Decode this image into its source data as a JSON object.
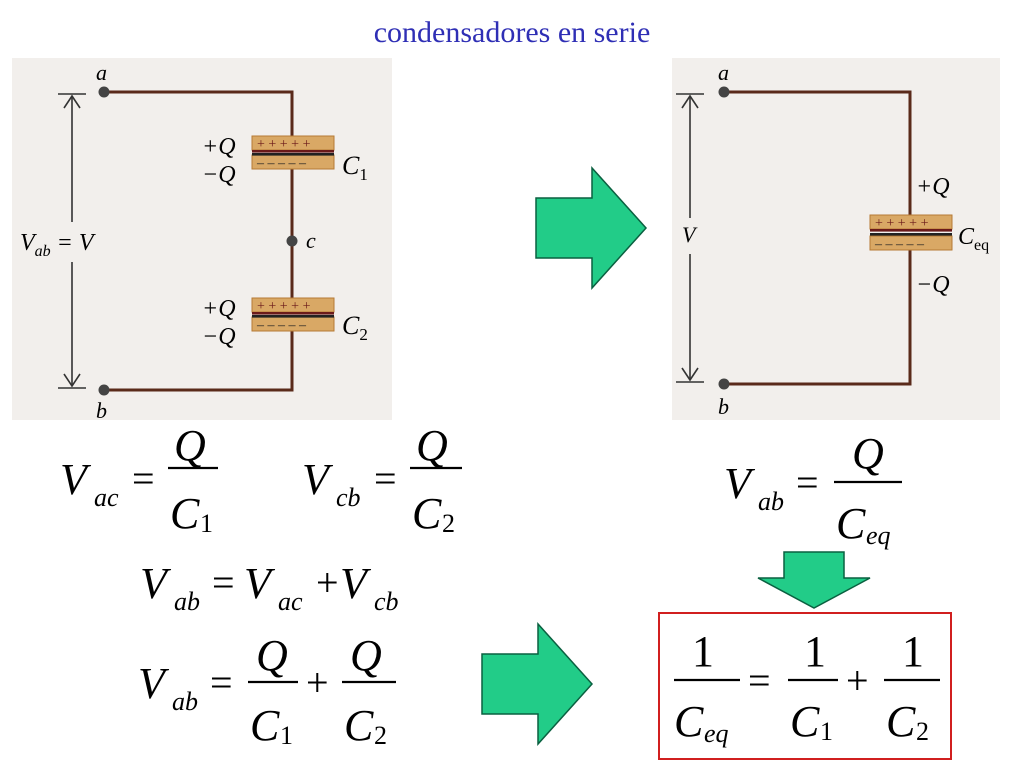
{
  "title": "condensadores en serie",
  "colors": {
    "title": "#2f2fb5",
    "arrow_fill": "#22cc88",
    "arrow_stroke": "#0a6040",
    "result_box": "#d11f1f",
    "wire": "#5a2a1a",
    "plate": "#d9a865",
    "plate_dark": "#b57a35",
    "figure_bg": "#f2efec"
  },
  "left_circuit": {
    "node_a": "a",
    "node_b": "b",
    "node_c": "c",
    "voltage_label_V": "V",
    "voltage_label_sub": "ab",
    "voltage_label_rest": "= V",
    "c1": {
      "plus": "+Q",
      "minus": "−Q",
      "label": "C",
      "sub": "1",
      "plus_signs": "+ + + + +",
      "minus_signs": "– – – – –"
    },
    "c2": {
      "plus": "+Q",
      "minus": "−Q",
      "label": "C",
      "sub": "2",
      "plus_signs": "+ + + + +",
      "minus_signs": "– – – – –"
    }
  },
  "right_circuit": {
    "node_a": "a",
    "node_b": "b",
    "voltage_label": "V",
    "ceq": {
      "plus": "+Q",
      "minus": "−Q",
      "label": "C",
      "sub": "eq",
      "plus_signs": "+ + + + +",
      "minus_signs": "– – – – –"
    }
  },
  "equations": {
    "vac": {
      "V": "V",
      "sub": "ac",
      "eq": "=",
      "num": "Q",
      "den": "C",
      "den_sub": "1"
    },
    "vcb": {
      "V": "V",
      "sub": "cb",
      "eq": "=",
      "num": "Q",
      "den": "C",
      "den_sub": "2"
    },
    "vab_ceq": {
      "V": "V",
      "sub": "ab",
      "eq": "=",
      "num": "Q",
      "den": "C",
      "den_sub": "eq"
    },
    "vab_sum": {
      "V1": "V",
      "sub1": "ab",
      "eq": "=",
      "V2": "V",
      "sub2": "ac",
      "plus": "+",
      "V3": "V",
      "sub3": "cb"
    },
    "vab_q": {
      "V": "V",
      "sub": "ab",
      "eq": "=",
      "num1": "Q",
      "den1": "C",
      "den1_sub": "1",
      "plus": "+",
      "num2": "Q",
      "den2": "C",
      "den2_sub": "2"
    },
    "result": {
      "num0": "1",
      "den0": "C",
      "den0_sub": "eq",
      "eq": "=",
      "num1": "1",
      "den1": "C",
      "den1_sub": "1",
      "plus": "+",
      "num2": "1",
      "den2": "C",
      "den2_sub": "2"
    }
  }
}
